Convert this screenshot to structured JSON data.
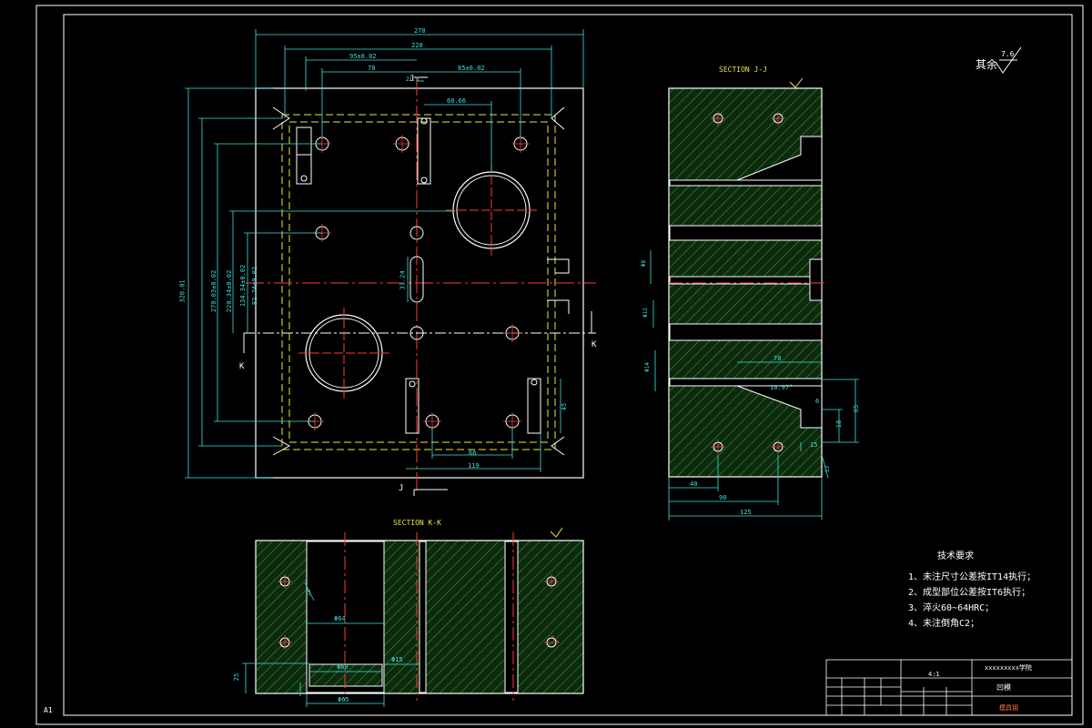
{
  "sheet": {
    "size_label": "A1"
  },
  "roughness": {
    "label": "其余",
    "value": "7.6"
  },
  "sections": {
    "jj_title": "SECTION  J-J",
    "kk_title": "SECTION  K-K",
    "cut_J_top": "J",
    "cut_J_bottom": "J",
    "cut_K_left": "K",
    "cut_K_right": "K"
  },
  "top_view_dims": {
    "overall_width": "270",
    "inner_width": "220",
    "d95": "95±0.02",
    "d78": "78",
    "d85": "85±0.02",
    "d21": "21.5",
    "d60": "60.66",
    "d37": "37.24",
    "v320": "320.01",
    "v270": "270.03±0.02",
    "v220": "220.34±0.02",
    "v134": "134.34±0.02",
    "v82": "82.74±0.02",
    "h66": "66",
    "h119": "119",
    "r45": "45"
  },
  "jj_dims": {
    "d70": "70",
    "d10": "10.97°",
    "d6": "6",
    "d65": "65",
    "d18": "18",
    "d15": "15",
    "d40": "40",
    "d90": "90",
    "d125": "125",
    "d13": "13",
    "t1": "Φ8",
    "t2": "Φ12",
    "t3": "Φ14"
  },
  "kk_dims": {
    "d64": "Φ64",
    "d60": "Φ60",
    "d65": "Φ65",
    "d15": "Φ15",
    "d25": "25",
    "d18": "18"
  },
  "notes": {
    "title": "技术要求",
    "items": [
      "1、未注尺寸公差按IT14执行；",
      "2、成型部位公差按IT6执行；",
      "3、淬火60~64HRC；",
      "4、未注倒角C2；"
    ]
  },
  "title_block": {
    "company": "xxxxxxxxx学院",
    "part_name": "凹模",
    "scale": "4:1",
    "material": "模具钢"
  },
  "colors": {
    "background": "#000000",
    "outline": "#ffffff",
    "dimension": "#3fe0e0",
    "centerline": "#ff3a3a",
    "hatch": "#3aa23a",
    "hidden": "#e8e84a"
  }
}
